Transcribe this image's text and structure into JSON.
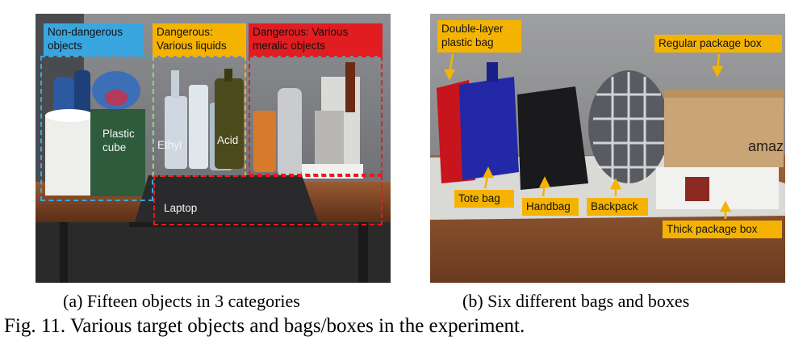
{
  "panel_a": {
    "labels": {
      "non_dangerous": "Non-dangerous objects",
      "liquids": "Dangerous: Various liquids",
      "metallic": "Dangerous: Various meralic objects",
      "plastic_cube": "Plastic cube",
      "ethyl": "Ethyl",
      "acid": "Acid",
      "laptop": "Laptop"
    },
    "colors": {
      "blue": "#3aa6e0",
      "orange": "#f5b301",
      "red": "#e11d21"
    },
    "caption": "(a) Fifteen objects in 3 categories"
  },
  "panel_b": {
    "labels": {
      "double_layer": "Double-layer plastic bag",
      "regular_box": "Regular package box",
      "tote": "Tote bag",
      "handbag": "Handbag",
      "backpack": "Backpack",
      "thick_box": "Thick package box",
      "amazon": "amaz"
    },
    "colors": {
      "orange": "#f5b301"
    },
    "caption": "(b) Six different bags and boxes"
  },
  "figure_caption": "Fig. 11.   Various target objects and bags/boxes in the experiment."
}
